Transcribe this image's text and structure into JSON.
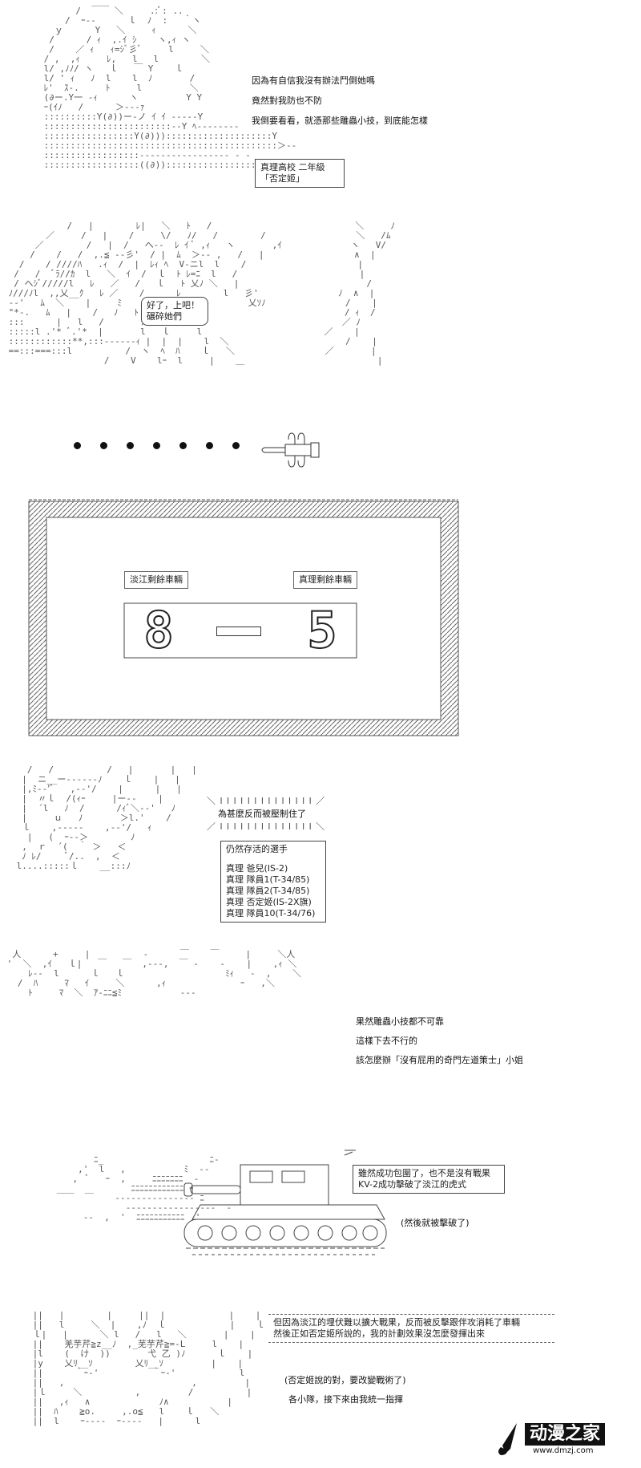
{
  "panel1": {
    "lines": [
      "因為有自信我沒有辦法鬥倒她嗎",
      "竟然對我防也不防",
      "我倒要看看，就憑那些雕蟲小技，到底能怎樣"
    ],
    "caption_line1": "真理高校 二年級",
    "caption_line2": "「否定姬」"
  },
  "panel2": {
    "bubble_line1": "好了，上吧！",
    "bubble_line2": "碾碎她們"
  },
  "panel4": {
    "left_label": "淡江剩餘車輛",
    "right_label": "真理剩餘車輛",
    "left_count": "8",
    "right_count": "5"
  },
  "panel5": {
    "exclaim": "為甚麼反而被壓制住了",
    "list_title": "仍然存活的選手",
    "list": [
      "真理 爸兒(IS-2)",
      "真理 隊員1(T-34/85)",
      "真理 隊員2(T-34/85)",
      "真理 否定姬(IS-2X旗)",
      "真理 隊員10(T-34/76)"
    ]
  },
  "panel6": {
    "lines": [
      "果然雕蟲小技都不可靠",
      "這樣下去不行的",
      "該怎麼辦「沒有屁用的奇門左道策士」小姐"
    ]
  },
  "panel7": {
    "box_line1": "雖然成功包圍了，也不是沒有戰果",
    "box_line2": "KV-2成功擊破了淡江的虎式",
    "aside": "(然後就被擊破了)"
  },
  "panel8": {
    "box_line1": "但因為淡江的埋伏難以擴大戰果，反而被反擊跟伴攻消耗了車輛",
    "box_line2": "然後正如否定姬所說的，我的計劃效果沒怎麼發揮出來",
    "line3": "(否定姬說的對，要改變戰術了)",
    "line4": "各小隊，接下來由我統一指揮"
  },
  "watermark": {
    "site": "动漫之家",
    "url": "www.dmzj.com"
  }
}
